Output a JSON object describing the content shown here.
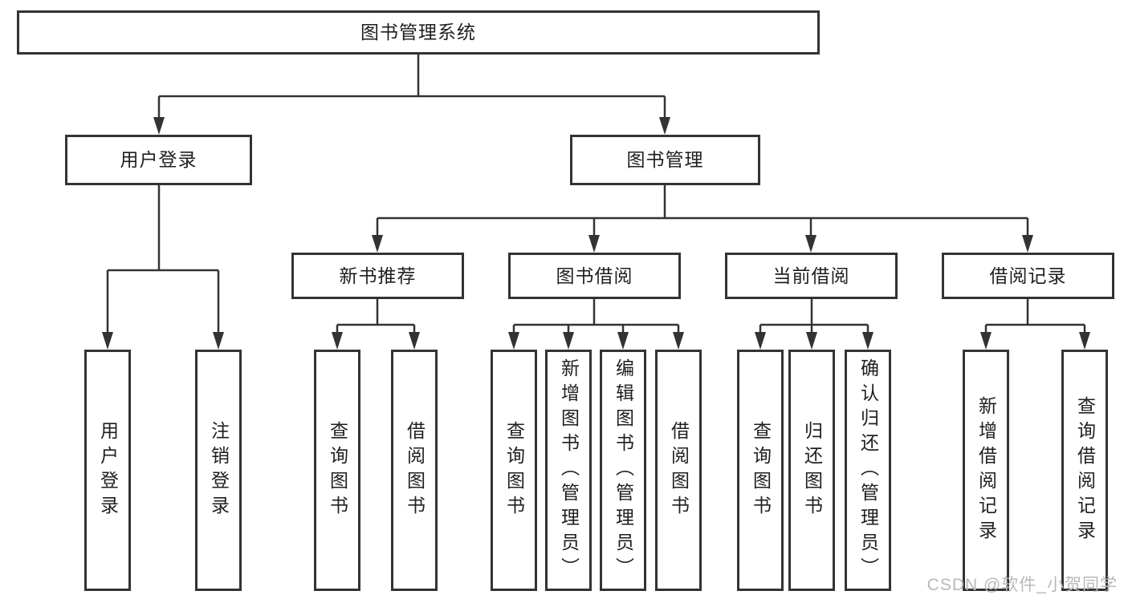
{
  "tree": {
    "root": {
      "label": "图书管理系统"
    },
    "branches": [
      {
        "label": "用户登录",
        "children": [
          {
            "label": "用户登录"
          },
          {
            "label": "注销登录"
          }
        ]
      },
      {
        "label": "图书管理",
        "children": [
          {
            "label": "新书推荐",
            "children": [
              {
                "label": "查询图书"
              },
              {
                "label": "借阅图书"
              }
            ]
          },
          {
            "label": "图书借阅",
            "children": [
              {
                "label": "查询图书"
              },
              {
                "label": "新增图书（管理员）"
              },
              {
                "label": "编辑图书（管理员）"
              },
              {
                "label": "借阅图书"
              }
            ]
          },
          {
            "label": "当前借阅",
            "children": [
              {
                "label": "查询图书"
              },
              {
                "label": "归还图书"
              },
              {
                "label": "确认归还（管理员）"
              }
            ]
          },
          {
            "label": "借阅记录",
            "children": [
              {
                "label": "新增借阅记录"
              },
              {
                "label": "查询借阅记录"
              }
            ]
          }
        ]
      }
    ]
  },
  "watermark": "CSDN @软件_小贺同学",
  "colors": {
    "line": "#333333",
    "text": "#1f1f1f",
    "watermark": "#b9b9b9",
    "background": "#ffffff"
  }
}
